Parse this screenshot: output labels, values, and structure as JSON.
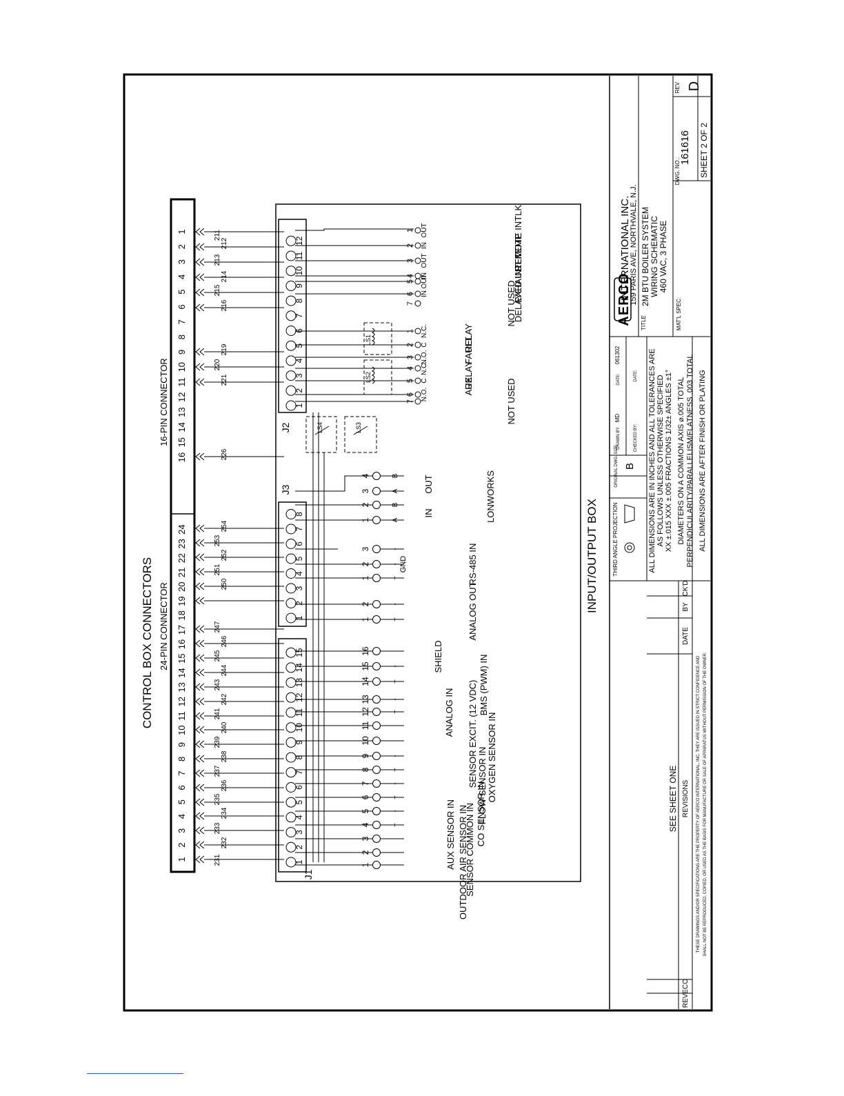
{
  "diagram": {
    "connectors": {
      "title": "CONTROL BOX CONNECTORS",
      "pin24_label": "24-PIN CONNECTOR",
      "pin16_label": "16-PIN CONNECTOR",
      "pin24_numbers": [
        "1",
        "2",
        "3",
        "4",
        "5",
        "6",
        "7",
        "8",
        "9",
        "10",
        "11",
        "12",
        "13",
        "14",
        "15",
        "16",
        "17",
        "18",
        "19",
        "20",
        "21",
        "22",
        "23",
        "24"
      ],
      "pin16_numbers": [
        "1",
        "2",
        "3",
        "4",
        "5",
        "6",
        "7",
        "8",
        "9",
        "10",
        "11",
        "12",
        "13",
        "14",
        "15",
        "16"
      ]
    },
    "wire_numbers": {
      "top": [
        "211",
        "212",
        "213",
        "214",
        "215",
        "216",
        "219",
        "220",
        "221",
        "226"
      ],
      "bottom": [
        "231",
        "232",
        "233",
        "234",
        "235",
        "236",
        "237",
        "238",
        "239",
        "240",
        "241",
        "242",
        "243",
        "244",
        "245",
        "246",
        "247",
        "250",
        "251",
        "252",
        "253",
        "254"
      ]
    },
    "io_box": {
      "title": "INPUT/OUTPUT BOX",
      "j1_label": "J1",
      "j2_label": "J2",
      "j3_label": "J3",
      "j1_terminals": [
        "1",
        "2",
        "3",
        "4",
        "5",
        "6",
        "7",
        "8",
        "9",
        "10",
        "11",
        "12",
        "13",
        "14",
        "15"
      ],
      "j2_terminals": [
        "1",
        "2",
        "3",
        "4",
        "5",
        "6",
        "7",
        "8",
        "9",
        "10",
        "11",
        "12"
      ],
      "j3_terminals": [
        "1",
        "2",
        "3",
        "4",
        "5",
        "6",
        "7",
        "8"
      ]
    },
    "relays": [
      "LS1",
      "LS2",
      "LS3",
      "LS4"
    ],
    "j2_circuits": [
      {
        "label": "REMOTE INTLK",
        "pins": [
          "1",
          "2"
        ],
        "tags": [
          "OUT",
          "IN"
        ]
      },
      {
        "label": "EXHAUST TEMP",
        "pins": [
          "3",
          "4"
        ],
        "tags": [
          "OUT",
          "IN"
        ]
      },
      {
        "label": "DELAYED INTLK",
        "pins": [
          "5",
          "6"
        ],
        "tags": [
          "OUT",
          "IN"
        ]
      },
      {
        "label": "NOT USED",
        "pins": [
          "7"
        ],
        "tags": []
      },
      {
        "label": "FAULT",
        "sub": "RELAY",
        "pins": [
          "1",
          "2",
          "3"
        ],
        "tags": [
          "N.C.",
          "C",
          "N.O."
        ]
      },
      {
        "label": "AUX",
        "sub": "RELAY",
        "pins": [
          "4",
          "5",
          "6"
        ],
        "tags": [
          "N.C.",
          "C",
          "N.O."
        ]
      },
      {
        "label": "NOT USED",
        "pins": [
          "7"
        ],
        "tags": []
      }
    ],
    "j3_circuits": [
      {
        "label": "LONWORKS",
        "sub_in": "IN",
        "sub_out": "OUT",
        "pins": [
          "1",
          "2",
          "3",
          "4"
        ],
        "tags": [
          "A",
          "B",
          "A",
          "B"
        ]
      },
      {
        "label": "RS-485 IN",
        "gnd": "GND",
        "pins": [
          "1",
          "2",
          "3"
        ],
        "tags": [
          "+",
          "-",
          "-"
        ]
      },
      {
        "label": "ANALOG OUT",
        "pins": [
          "1",
          "2"
        ],
        "tags": [
          "+",
          "-"
        ]
      }
    ],
    "j1_circuits": [
      {
        "label": "SHIELD",
        "pins": [
          "16"
        ],
        "tags": []
      },
      {
        "label": "BMS (PWM) IN",
        "pins": [
          "14",
          "15"
        ],
        "tags": [
          "+",
          "-"
        ]
      },
      {
        "label": "ANALOG IN",
        "pins": [
          "12",
          "13"
        ],
        "tags": [
          "+",
          "-"
        ]
      },
      {
        "label": "SENSOR EXCIT. (12 VDC)",
        "pins": [
          "10",
          "11"
        ],
        "tags": []
      },
      {
        "label": "OXYGEN SENSOR IN",
        "pins": [
          "8",
          "9"
        ],
        "tags": [
          "+",
          "-"
        ]
      },
      {
        "label": "FLOW SENSOR IN",
        "pins": [
          "6",
          "7"
        ],
        "tags": [
          "+",
          "-"
        ]
      },
      {
        "label": "CO SENSOR IN",
        "pins": [
          "4",
          "5"
        ],
        "tags": [
          "+",
          "-"
        ]
      },
      {
        "label": "AUX SENSOR IN",
        "pins": [
          "3"
        ],
        "tags": []
      },
      {
        "label": "SENSOR COMMON IN",
        "pins": [
          "2"
        ],
        "tags": []
      },
      {
        "label": "OUTDOOR AIR SENSOR IN",
        "pins": [
          "1"
        ],
        "tags": []
      }
    ]
  },
  "title_block": {
    "company_logo": "AERCO",
    "company": "INTERNATIONAL INC.",
    "address": "159 PARIS AVE, NORTHVALE, N.J.",
    "title_label": "TITLE",
    "title_lines": [
      "2M BTU BOILER SYSTEM",
      "WIRING SCHEMATIC",
      "460 VAC, 3 PHASE"
    ],
    "matl_spec_label": "MAT'L SPEC:",
    "dwg_no_label": "DWG. NO.:",
    "dwg_no": "161616",
    "rev_label": "REV",
    "rev": "D",
    "sheet": "SHEET 2 OF 2",
    "projection": "THIRD ANGLE PROJECTION",
    "orig_size_label": "ORIGINAL DWG. SIZE",
    "orig_size": "B",
    "drawn_by_label": "DRAWN BY:",
    "drawn_by": "MD",
    "date_label": "DATE:",
    "date": "061302",
    "checked_by_label": "CHECKED BY:",
    "checked_date_label": "DATE:",
    "tolerances": [
      "ALL DIMENSIONS ARE IN INCHES AND ALL TOLERANCES ARE",
      "AS FOLLOWS UNLESS OTHERWISE SPECIFIED",
      "XX ±.015  XXX ±.005  FRACTIONS 1/32±  ANGLES ±1°",
      "DIAMETERS ON A COMMON AXIS ⌀.005 TOTAL",
      "PERPENDICULARITY/PARALLELISM/FLATNESS .003 TOTAL",
      "ALL DIMENSIONS ARE AFTER FINISH OR PLATING"
    ],
    "revisions_label": "REVISIONS",
    "see_sheet": "SEE SHEET ONE",
    "rev_col": "REV",
    "eco_col": "ECO",
    "date_col": "DATE",
    "by_col": "BY",
    "ckd_col": "CK'D",
    "proprietary": [
      "THESE DRAWINGS AND/OR SPECIFICATIONS ARE THE PROPERTY OF AERCO INTERNATIONAL, INC. THEY ARE ISSUED IN STRICT CONFIDENCE AND",
      "SHALL NOT BE REPRODUCED, COPIED, OR USED AS THE BASIS FOR MANUFACTURE OR SALE OF APPARATUS WITHOUT PERMISSION OF THE OWNER."
    ]
  }
}
